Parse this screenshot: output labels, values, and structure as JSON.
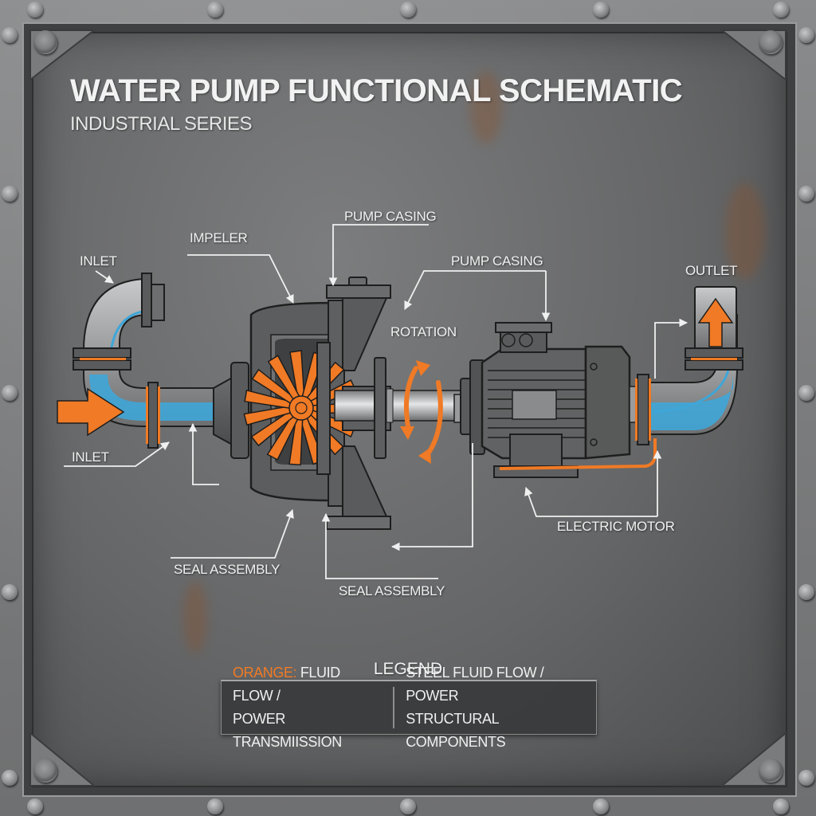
{
  "header": {
    "title": "WATER PUMP FUNCTIONAL SCHEMATIC",
    "subtitle": "INDUSTRIAL SERIES"
  },
  "labels": {
    "inlet_top": "INLET",
    "inlet_bottom": "INLET",
    "impeller": "IMPELER",
    "pump_casing_1": "PUMP CASING",
    "pump_casing_2": "PUMP CASING",
    "rotation": "ROTATION",
    "outlet": "OUTLET",
    "electric_motor": "ELECTRIC MOTOR",
    "seal_assembly_1": "SEAL ASSEMBLY",
    "seal_assembly_2": "SEAL ASSEMBLY"
  },
  "legend": {
    "title": "LEGEND",
    "items": [
      {
        "key": "ORANGE:",
        "line1": " FLUID FLOW /",
        "line2": "POWER TRANSMIISSION"
      },
      {
        "key": "",
        "line1": "STEEL FLUID FLOW / POWER",
        "line2": "STRUCTURAL COMPONENTS"
      }
    ]
  },
  "colors": {
    "accent_orange": "#f07a25",
    "water_blue": "#3fa6d8",
    "steel_dark": "#4a4b4c",
    "steel_mid": "#6e6f70",
    "label_white": "#f0f0f0"
  },
  "icons": {
    "impeller_hub_glyph": "S"
  }
}
